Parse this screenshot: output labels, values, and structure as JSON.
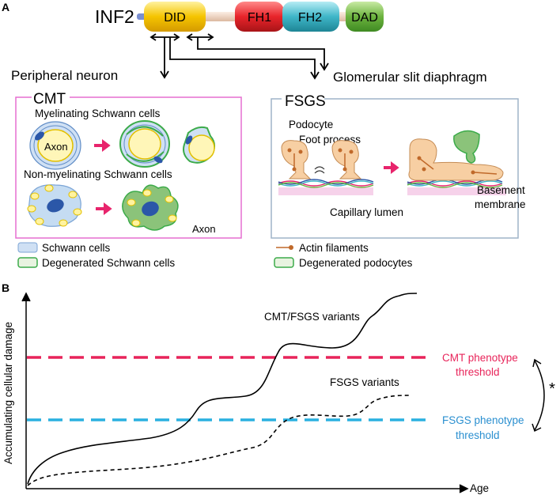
{
  "panel_a": {
    "label": "A",
    "protein": {
      "name": "INF2",
      "domains": [
        "DID",
        "FH1",
        "FH2",
        "DAD"
      ]
    },
    "targets": {
      "left": "Peripheral neuron",
      "right": "Glomerular slit diaphragm"
    },
    "cmt_box": {
      "title": "CMT",
      "myelinating_label": "Myelinating Schwann cells",
      "axon_label": "Axon",
      "nonmyelinating_label": "Non-myelinating Schwann cells",
      "axon_label_2": "Axon"
    },
    "fsgs_box": {
      "title": "FSGS",
      "podocyte_label": "Podocyte",
      "foot_process_label": "Foot process",
      "basement_label_1": "Basement",
      "basement_label_2": "membrane",
      "capillary_label": "Capillary lumen"
    },
    "legend": {
      "schwann": "Schwann cells",
      "degenerated_schwann": "Degenerated Schwann cells",
      "actin": "Actin filaments",
      "degenerated_podocytes": "Degenerated podocytes"
    },
    "colors": {
      "did": "#f5c400",
      "fh1": "#e8242a",
      "fh2": "#3fb6c8",
      "dad": "#6cb33f",
      "linker": "#f2d7c4",
      "arrow_pink": "#e8246c",
      "cmt_border": "#e66fd0",
      "fsgs_border": "#9fb4c8",
      "schwann_fill": "#b9d3ee",
      "degenerated_green": "#3cab4a",
      "podocyte_fill": "#f7cfa3",
      "actin": "#c0692a"
    }
  },
  "panel_b": {
    "label": "B",
    "chart_data": {
      "type": "line",
      "xlabel": "Age",
      "ylabel": "Accumulating cellular damage",
      "series": [
        {
          "name": "CMT/FSGS variants",
          "style": "solid"
        },
        {
          "name": "FSGS variants",
          "style": "dashed"
        }
      ],
      "thresholds": [
        {
          "label_1": "CMT phenotype",
          "label_2": "threshold",
          "color": "#e8245a"
        },
        {
          "label_1": "FSGS phenotype",
          "label_2": "threshold",
          "color": "#2ab0e0"
        }
      ],
      "asterisk": "*"
    }
  }
}
